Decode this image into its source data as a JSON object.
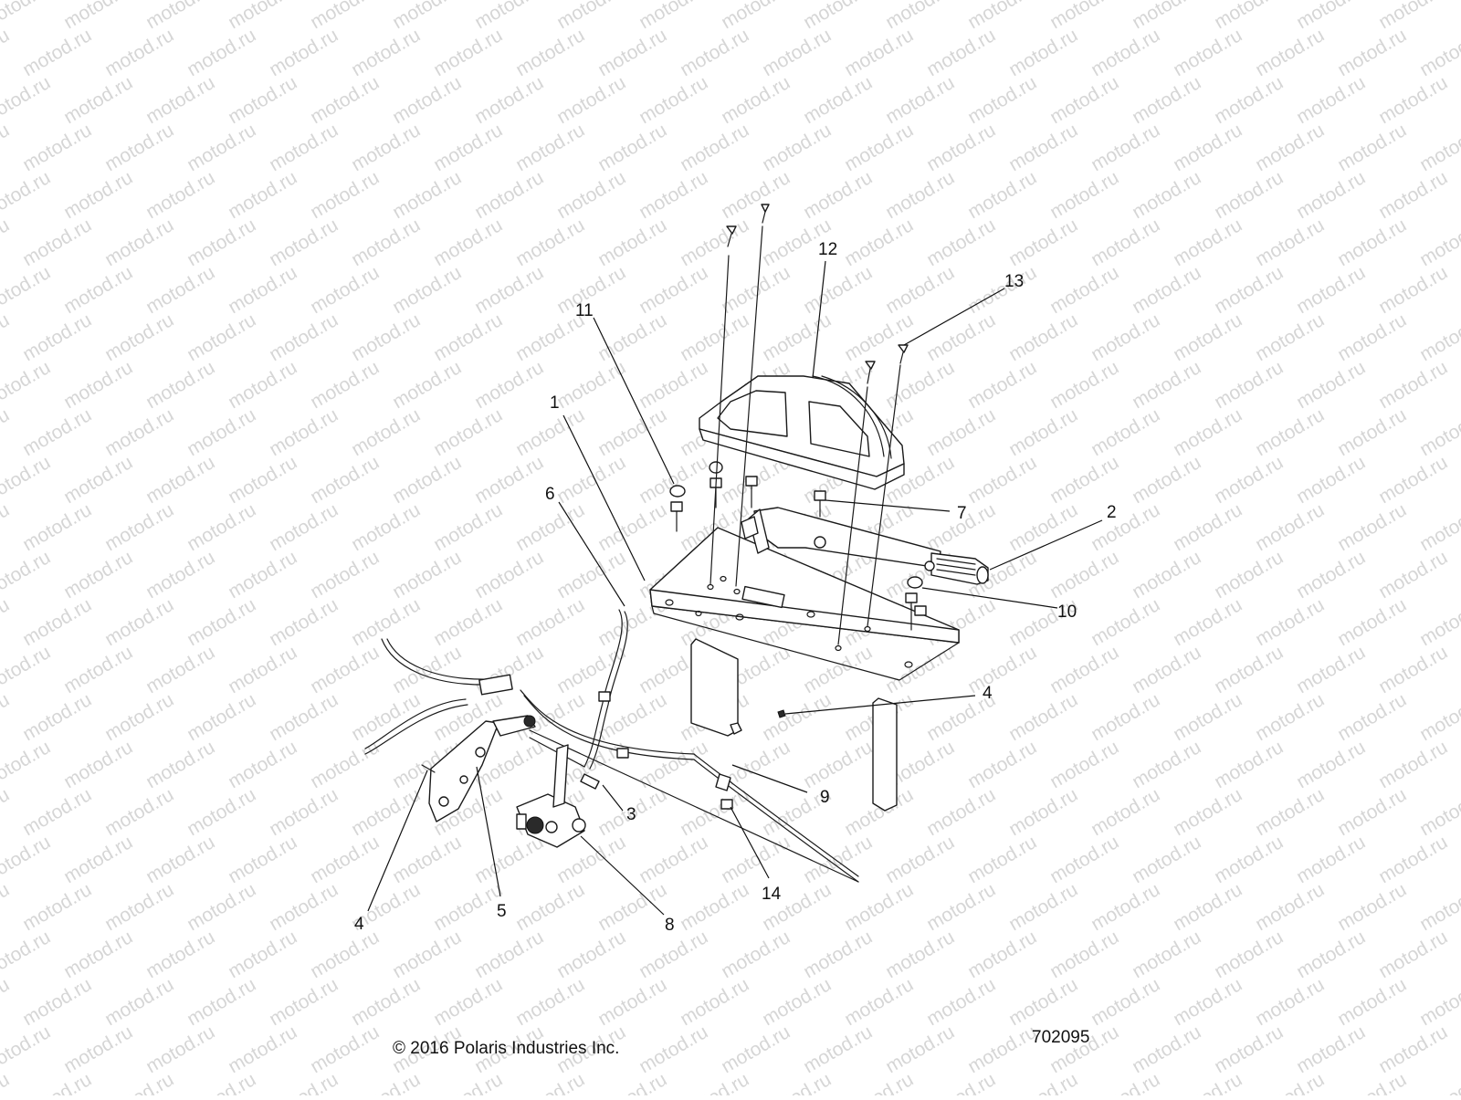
{
  "diagram": {
    "watermark_text": "motod.ru",
    "callouts": [
      {
        "id": "c1",
        "label": "1"
      },
      {
        "id": "c2",
        "label": "2"
      },
      {
        "id": "c3",
        "label": "3"
      },
      {
        "id": "c4a",
        "label": "4"
      },
      {
        "id": "c4b",
        "label": "4"
      },
      {
        "id": "c5",
        "label": "5"
      },
      {
        "id": "c6",
        "label": "6"
      },
      {
        "id": "c7",
        "label": "7"
      },
      {
        "id": "c8",
        "label": "8"
      },
      {
        "id": "c9",
        "label": "9"
      },
      {
        "id": "c10",
        "label": "10"
      },
      {
        "id": "c11",
        "label": "11"
      },
      {
        "id": "c12",
        "label": "12"
      },
      {
        "id": "c13",
        "label": "13"
      },
      {
        "id": "c14",
        "label": "14"
      }
    ]
  },
  "footer": {
    "copyright": "© 2016 Polaris Industries Inc.",
    "drawing_number": "702095"
  }
}
